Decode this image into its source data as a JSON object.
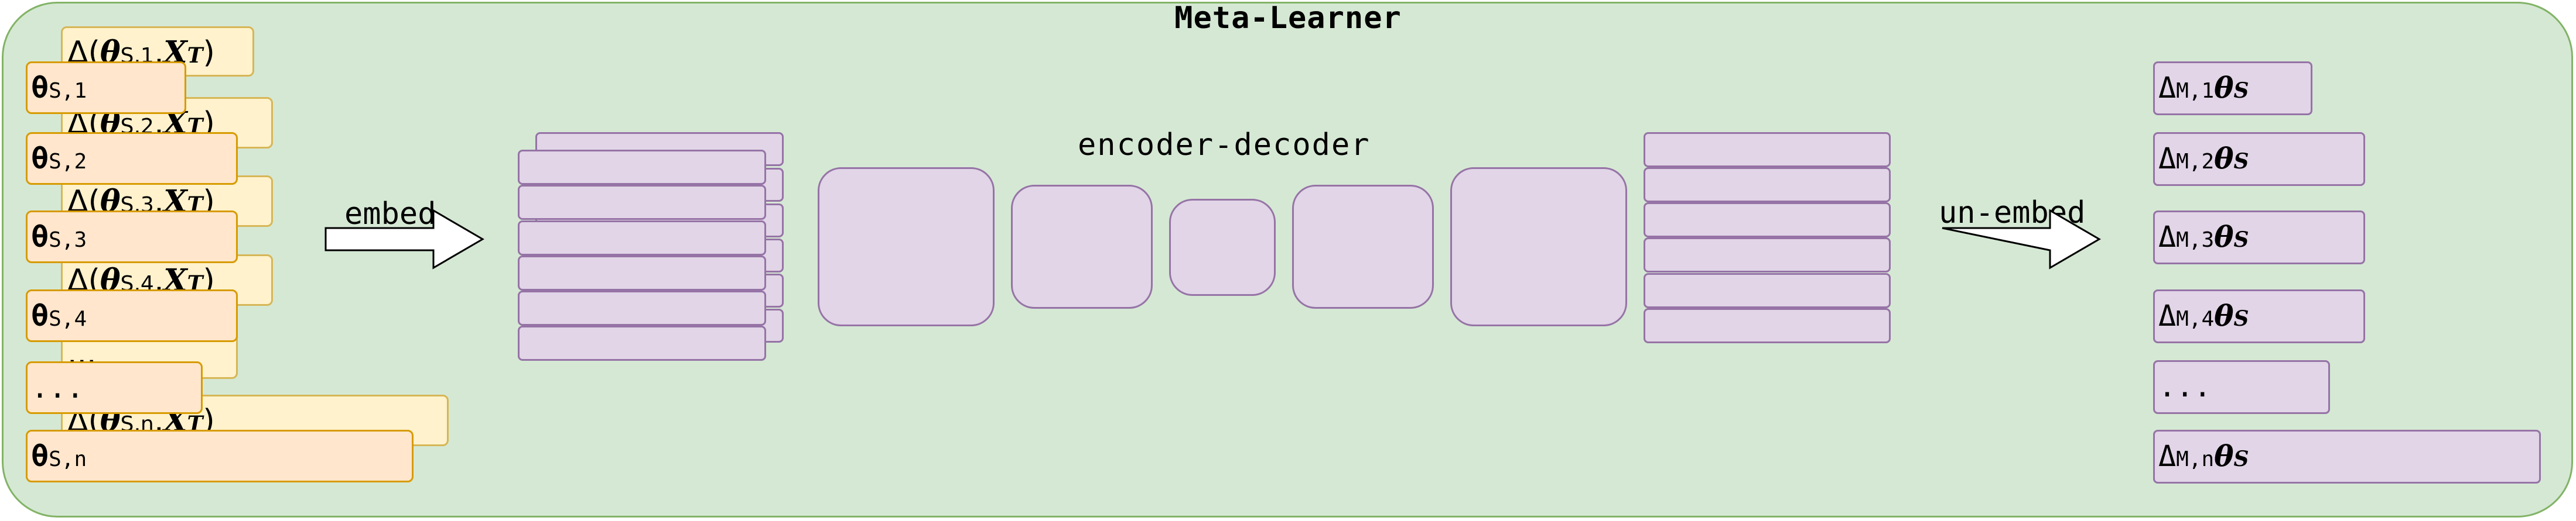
{
  "title": "Meta-Learner",
  "inputs": {
    "deltas": [
      {
        "prefix": "Δ(",
        "theta": "θ",
        "sub": "S,1",
        "mid": ",",
        "x": "X",
        "xsub": "T",
        "suffix": ")"
      },
      {
        "prefix": "Δ(",
        "theta": "θ",
        "sub": "S,2",
        "mid": ",",
        "x": "X",
        "xsub": "T",
        "suffix": ")"
      },
      {
        "prefix": "Δ(",
        "theta": "θ",
        "sub": "S,3",
        "mid": ",",
        "x": "X",
        "xsub": "T",
        "suffix": ")"
      },
      {
        "prefix": "Δ(",
        "theta": "θ",
        "sub": "S,4",
        "mid": ",",
        "x": "X",
        "xsub": "T",
        "suffix": ")"
      },
      {
        "text": "..."
      },
      {
        "prefix": "Δ(",
        "theta": "θ",
        "sub": "S,n",
        "mid": ",",
        "x": "X",
        "xsub": "T",
        "suffix": ")"
      }
    ],
    "thetas": [
      {
        "main": "θ",
        "sub": "S,1"
      },
      {
        "main": "θ",
        "sub": "S,2"
      },
      {
        "main": "θ",
        "sub": "S,3"
      },
      {
        "main": "θ",
        "sub": "S,4"
      },
      {
        "text": "..."
      },
      {
        "main": "θ",
        "sub": "S,n"
      }
    ]
  },
  "embed_label": "embed",
  "unembed_label": "un-embed",
  "encoder_decoder_label": "encoder-decoder",
  "outputs": [
    {
      "main": "Δ",
      "sub": "M,1",
      "theta": "θ",
      "tsub": "S"
    },
    {
      "main": "Δ",
      "sub": "M,2",
      "theta": "θ",
      "tsub": "S"
    },
    {
      "main": "Δ",
      "sub": "M,3",
      "theta": "θ",
      "tsub": "S"
    },
    {
      "main": "Δ",
      "sub": "M,4",
      "theta": "θ",
      "tsub": "S"
    },
    {
      "text": "..."
    },
    {
      "main": "Δ",
      "sub": "M,n",
      "theta": "θ",
      "tsub": "S"
    }
  ],
  "colors": {
    "panel_fill": "#d5e8d4",
    "panel_stroke": "#82b366",
    "yellow_fill": "#fff2cc",
    "yellow_stroke": "#d6b656",
    "orange_fill": "#ffe6cc",
    "orange_stroke": "#d79b00",
    "purple_fill": "#e1d5e7",
    "purple_stroke": "#9673a6"
  }
}
